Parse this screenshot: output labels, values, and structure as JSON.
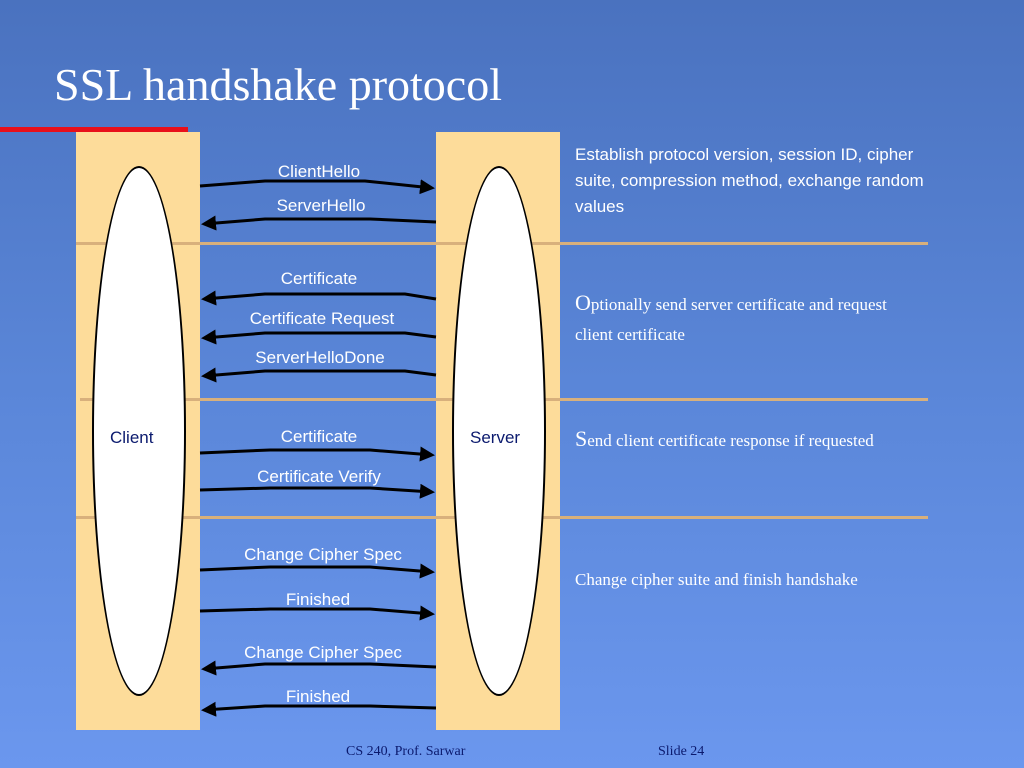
{
  "slide": {
    "title": "SSL handshake protocol",
    "client_label": "Client",
    "server_label": "Server",
    "messages": [
      "ClientHello",
      "ServerHello",
      "Certificate",
      "Certificate Request",
      "ServerHelloDone",
      "Certificate",
      "Certificate Verify",
      "Change Cipher Spec",
      "Finished",
      "Change Cipher Spec",
      "Finished"
    ],
    "descriptions": {
      "phase1": "Establish protocol version, session ID, cipher suite, compression method, exchange random values",
      "phase2_initial": "O",
      "phase2_rest": "ptionally send server certificate and request client certificate",
      "phase3_initial": "S",
      "phase3_rest": "end client certificate response if requested",
      "phase4": "Change cipher suite and finish handshake"
    },
    "footer_course": "CS 240, Prof. Sarwar",
    "footer_slide": "Slide  24"
  },
  "colors": {
    "accent_red": "#e8101a",
    "column_fill": "#fddc9a",
    "separator": "#d8b07c",
    "label_navy": "#0b1a6e"
  }
}
